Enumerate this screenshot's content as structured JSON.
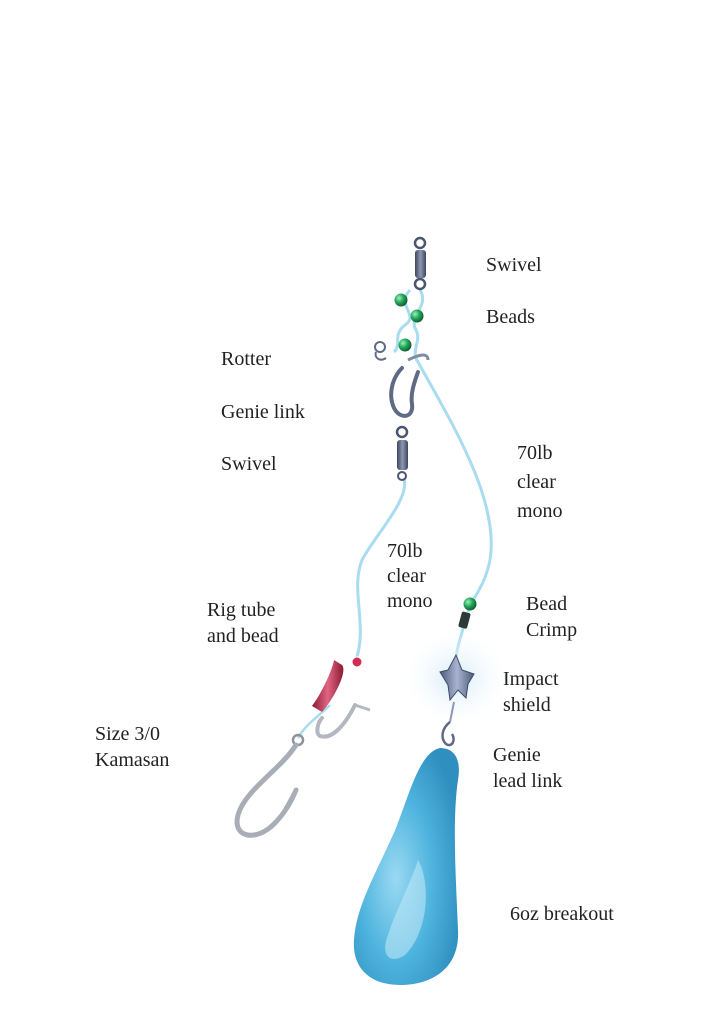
{
  "labels": {
    "swivel_top": "Swivel",
    "beads": "Beads",
    "rotter": "Rotter",
    "genie_link": "Genie link",
    "swivel_mid": "Swivel",
    "mono_right": [
      "70lb",
      "clear",
      "mono"
    ],
    "mono_left": [
      "70lb",
      "clear",
      "mono"
    ],
    "rig_tube": [
      "Rig tube",
      "and bead"
    ],
    "bead_crimp": [
      "Bead",
      "Crimp"
    ],
    "impact_shield": [
      "Impact",
      "shield"
    ],
    "hook": [
      "Size 3/0",
      "Kamasan"
    ],
    "genie_lead_link": [
      "Genie",
      "lead link"
    ],
    "lead": "6oz breakout"
  },
  "colors": {
    "line": "#a8dcee",
    "swivel": "#5f6b85",
    "bead_green": "#1f9a54",
    "tube_red": "#c8324f",
    "hook_steel": "#a9aeb6",
    "lead_blue": "#49b1dc"
  }
}
